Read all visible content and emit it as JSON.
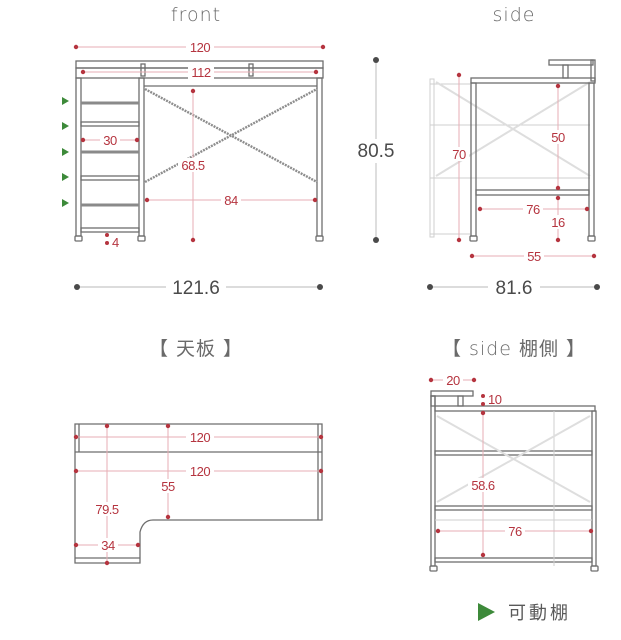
{
  "views": {
    "front": {
      "title": "front",
      "dims": {
        "top_width": "120",
        "inner_width": "112",
        "ladder_width": "30",
        "under_height": "68.5",
        "under_width": "84",
        "foot_gap": "4"
      },
      "overall_width": "121.6"
    },
    "height": {
      "overall_height": "80.5"
    },
    "side": {
      "title": "side",
      "dims": {
        "height": "70",
        "clearance": "50",
        "depth_inner": "76",
        "shelf_gap": "16",
        "base_depth": "55"
      },
      "overall_depth": "81.6"
    },
    "top_board": {
      "title": "【 天板 】",
      "dims": {
        "back_width": "120",
        "front_width": "120",
        "depth_total": "79.5",
        "depth_main": "55",
        "return_width": "34"
      }
    },
    "side_shelf": {
      "title": "【 side 棚側 】",
      "dims": {
        "top_lip": "20",
        "lip_gap": "10",
        "height": "58.6",
        "depth": "76"
      }
    }
  },
  "legend": {
    "icon": "green-triangle-icon",
    "label": "可動棚",
    "color": "#3d8a3a"
  },
  "colors": {
    "dimension": "#b5343f",
    "frame": "#6e6e6e",
    "movable_marker": "#3d8a3a"
  }
}
